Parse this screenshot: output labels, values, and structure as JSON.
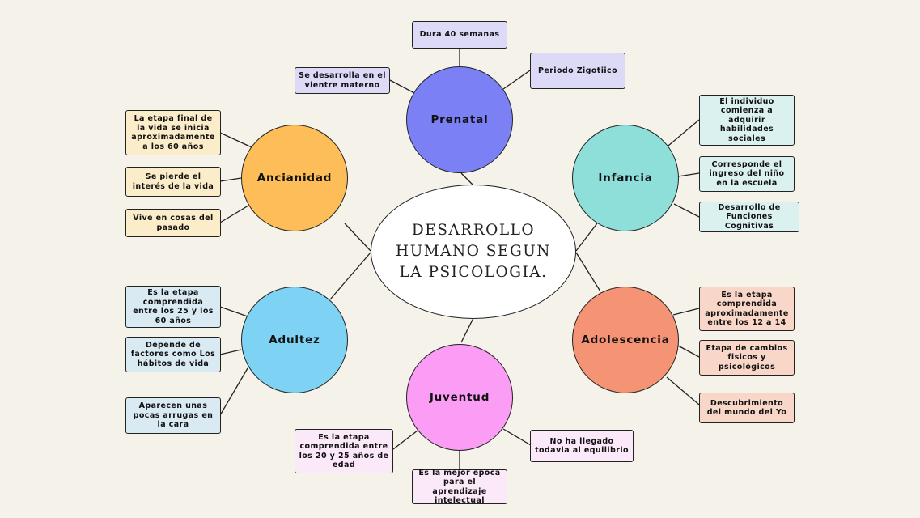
{
  "center": {
    "title": "DESARROLLO HUMANO SEGUN LA PSICOLOGIA."
  },
  "stages": {
    "prenatal": {
      "label": "Prenatal",
      "color": "#7b80f5",
      "notes": [
        "Dura 40 semanas",
        "Periodo Zigotiico",
        "Se desarrolla en el vientre materno"
      ]
    },
    "infancia": {
      "label": "Infancia",
      "color": "#8edfd9",
      "notes": [
        "El individuo comienza a adquirir habilidades sociales",
        "Corresponde el ingreso del niño en la escuela",
        "Desarrollo de Funciones Cognitivas"
      ]
    },
    "adolescencia": {
      "label": "Adolescencia",
      "color": "#f59375",
      "notes": [
        "Es la etapa comprendida aproximadamente entre los 12 a 14",
        "Etapa de cambios fisicos y psicológicos",
        "Descubrimiento del mundo del Yo"
      ]
    },
    "juventud": {
      "label": "Juventud",
      "color": "#fb9cf5",
      "notes": [
        "Es la etapa comprendida entre los 20 y 25 años de edad",
        "Es la mejor época para el aprendizaje intelectual",
        "No ha llegado todavia al equilibrio"
      ]
    },
    "adultez": {
      "label": "Adultez",
      "color": "#7ed3f5",
      "notes": [
        "Es la etapa comprendida entre los 25 y los 60 años",
        "Depende de factores como Los hábitos de vida",
        "Aparecen unas pocas arrugas en la cara"
      ]
    },
    "ancianidad": {
      "label": "Ancianidad",
      "color": "#fdbd58",
      "notes": [
        "La etapa final de la vida se inicia aproximadamente a los 60 años",
        "Se pierde el interés de la vida",
        "Vive en cosas del pasado"
      ]
    }
  }
}
